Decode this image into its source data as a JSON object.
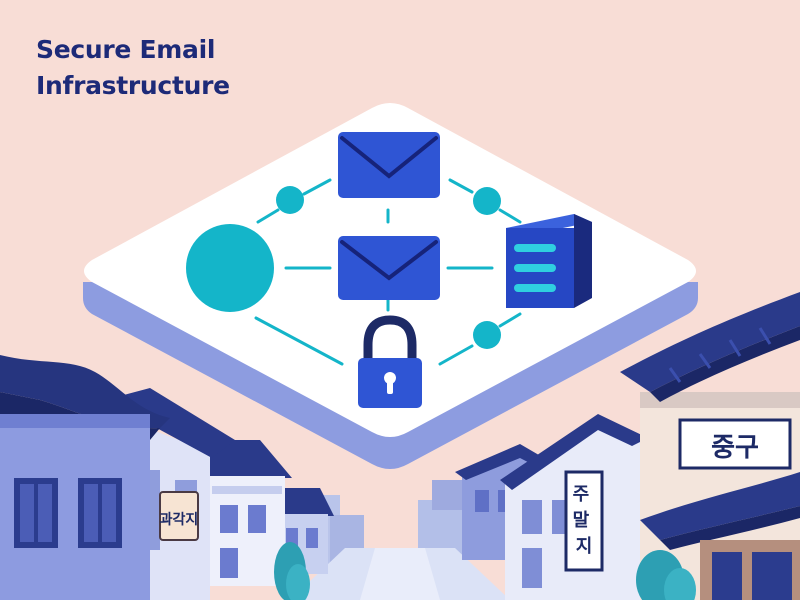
{
  "title": {
    "line1": "Secure Email",
    "line2": "Infrastructure"
  },
  "signs": {
    "left": "과각지",
    "center_vertical": "주말지",
    "right": "중구"
  },
  "icons": [
    "envelope-icon",
    "envelope-icon",
    "server-icon",
    "padlock-icon",
    "network-node-icon"
  ],
  "colors": {
    "background": "#f8ddd6",
    "title": "#1d2a78",
    "envelope": "#2f55d4",
    "teal": "#14b5c9",
    "navy": "#1d2a66",
    "platform": "#ffffff"
  }
}
